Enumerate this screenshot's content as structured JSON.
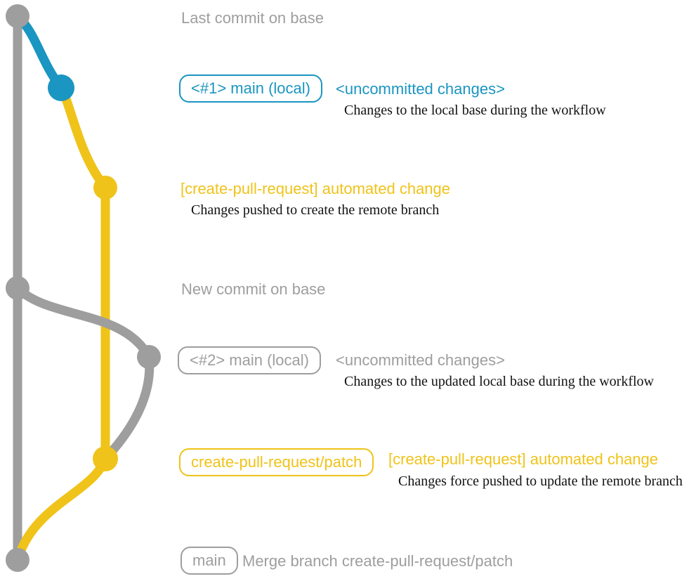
{
  "colors": {
    "gray": "#9e9e9e",
    "blue": "#1b95c1",
    "yellow": "#efc319",
    "note_text": "#111111",
    "background": "#ffffff"
  },
  "rows": {
    "last_commit": {
      "label": "Last commit on base"
    },
    "uncommitted_1": {
      "badge": "<#1> main (local)",
      "message": "<uncommitted changes>",
      "note": "Changes to the local base during the workflow"
    },
    "automated_1": {
      "message": "[create-pull-request] automated change",
      "note": "Changes pushed to create the remote branch"
    },
    "new_commit": {
      "label": "New commit on base"
    },
    "uncommitted_2": {
      "badge": "<#2> main (local)",
      "message": "<uncommitted changes>",
      "note": "Changes to the updated local base during the workflow"
    },
    "automated_2": {
      "badge": "create-pull-request/patch",
      "message": "[create-pull-request] automated change",
      "note": "Changes force pushed to update the remote branch"
    },
    "merge": {
      "badge": "main",
      "message": "Merge branch create-pull-request/patch"
    }
  }
}
